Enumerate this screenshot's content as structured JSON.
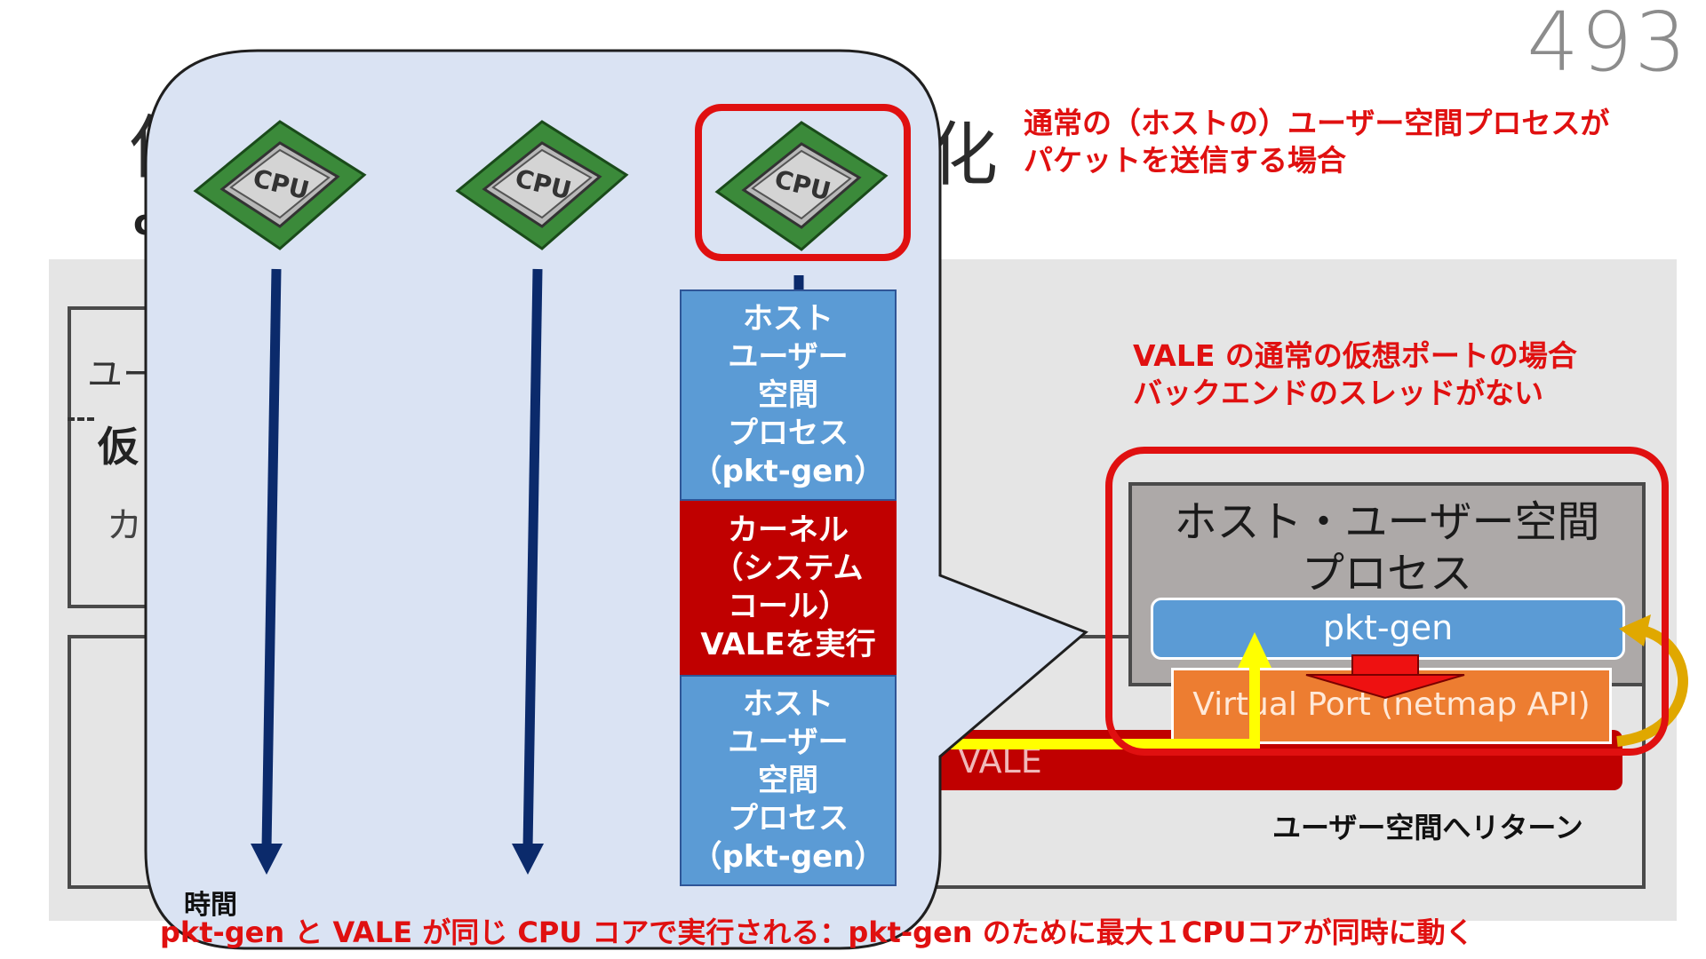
{
  "page_number": "493",
  "title_fragments": {
    "left": "仮",
    "right": "化",
    "under": "c"
  },
  "left_fragments": {
    "user_text": "ユー",
    "kasou_text": "仮",
    "kernel_text": "カ"
  },
  "notes": {
    "top": "通常の（ホストの）ユーザー空間プロセスが\nパケットを送信する場合",
    "vale": "VALE の通常の仮想ポートの場合\nバックエンドのスレッドがない"
  },
  "host_box": {
    "label": "ホスト・ユーザー空間\nプロセス",
    "pktgen": "pkt-gen",
    "virtual_port": "Virtual Port (netmap API)",
    "vale": "VALE"
  },
  "return_label": "ユーザー空間へリターン",
  "cpus": [
    {
      "icon": "cpu-icon",
      "text": "CPU"
    },
    {
      "icon": "cpu-icon",
      "text": "CPU"
    },
    {
      "icon": "cpu-icon",
      "text": "CPU"
    }
  ],
  "stack": {
    "host_top": "ホスト\nユーザー\n空間\nプロセス\n（pkt-gen）",
    "kernel": "カーネル\n（システム\nコール）\nVALEを実行",
    "host_bottom": "ホスト\nユーザー\n空間\nプロセス\n（pkt-gen）"
  },
  "time_label": "時間",
  "bottom_note": "pkt-gen と VALE が同じ CPU コアで実行される：pkt-gen のために最大１CPUコアが同時に動く",
  "colors": {
    "callout_fill": "#dae3f3",
    "highlight_red": "#e01010",
    "timeline_arrow": "#0b2a6b",
    "pktgen_blue": "#5b9bd5",
    "vport_orange": "#ed7d31",
    "vale_red": "#c00000",
    "host_grey": "#ada9a8",
    "panel_grey": "#e5e5e5"
  }
}
